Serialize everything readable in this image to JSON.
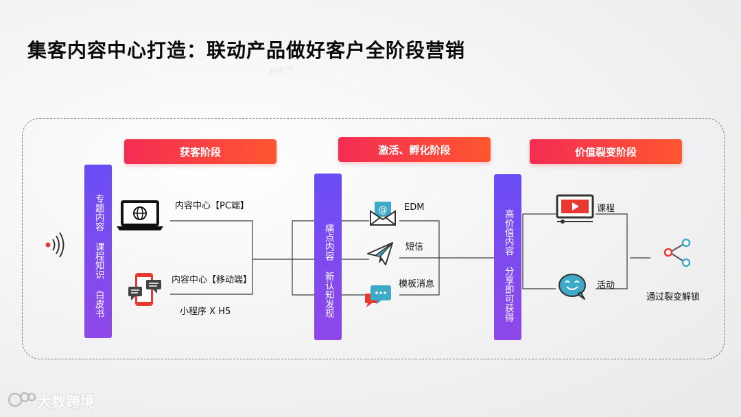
{
  "title": "集客内容中心打造：联动产品做好客户全阶段营销",
  "watermark": "科技 节",
  "stages": {
    "acquire": "获客阶段",
    "activate": "激活、孵化阶段",
    "fission": "价值裂变阶段"
  },
  "bars": {
    "content": "专题内容 课程知识 白皮书",
    "pain": "痛点内容 新认知发现",
    "value": "高价值内容 分享即可获得"
  },
  "acquire_items": {
    "pc": "内容中心【PC端】",
    "mobile": "内容中心【移动端】",
    "mini": "小程序 X H5"
  },
  "activate_items": {
    "edm": "EDM",
    "sms": "短信",
    "template": "模板消息"
  },
  "fission_items": {
    "course": "课程",
    "event": "活动",
    "unlock": "通过裂变解锁"
  },
  "brand": "大数跨境",
  "colors": {
    "stage_gradient_start": "#f42d54",
    "stage_gradient_end": "#ff5630",
    "bar_gradient_start": "#6a4df5",
    "bar_gradient_end": "#8f48e8",
    "icon_red": "#e8382f",
    "icon_teal": "#3fa9c8"
  }
}
